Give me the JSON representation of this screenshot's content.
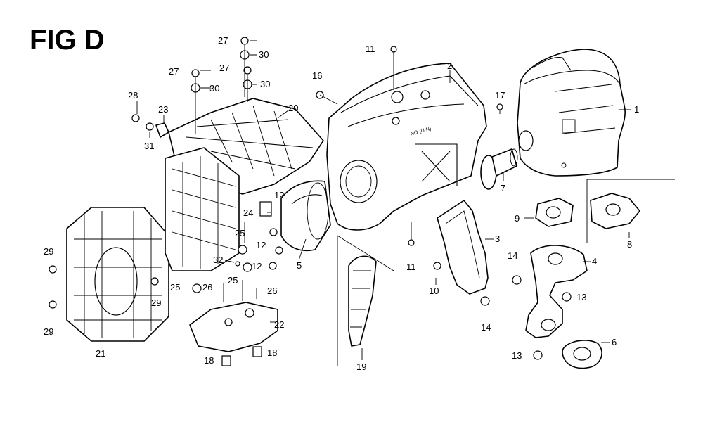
{
  "figure": {
    "title": "FIG D",
    "callouts": [
      {
        "id": "c1",
        "label": "1"
      },
      {
        "id": "c2",
        "label": "2"
      },
      {
        "id": "c3",
        "label": "3"
      },
      {
        "id": "c4",
        "label": "4"
      },
      {
        "id": "c5",
        "label": "5"
      },
      {
        "id": "c6",
        "label": "6"
      },
      {
        "id": "c7",
        "label": "7"
      },
      {
        "id": "c8",
        "label": "8"
      },
      {
        "id": "c9",
        "label": "9"
      },
      {
        "id": "c10",
        "label": "10"
      },
      {
        "id": "c11a",
        "label": "11"
      },
      {
        "id": "c11b",
        "label": "11"
      },
      {
        "id": "c12a",
        "label": "12"
      },
      {
        "id": "c12b",
        "label": "12"
      },
      {
        "id": "c12c",
        "label": "12"
      },
      {
        "id": "c13a",
        "label": "13"
      },
      {
        "id": "c13b",
        "label": "13"
      },
      {
        "id": "c14a",
        "label": "14"
      },
      {
        "id": "c14b",
        "label": "14"
      },
      {
        "id": "c16",
        "label": "16"
      },
      {
        "id": "c17",
        "label": "17"
      },
      {
        "id": "c18a",
        "label": "18"
      },
      {
        "id": "c18b",
        "label": "18"
      },
      {
        "id": "c19",
        "label": "19"
      },
      {
        "id": "c20",
        "label": "20"
      },
      {
        "id": "c21",
        "label": "21"
      },
      {
        "id": "c22",
        "label": "22"
      },
      {
        "id": "c23",
        "label": "23"
      },
      {
        "id": "c24",
        "label": "24"
      },
      {
        "id": "c25a",
        "label": "25"
      },
      {
        "id": "c25b",
        "label": "25"
      },
      {
        "id": "c25c",
        "label": "25"
      },
      {
        "id": "c26a",
        "label": "26"
      },
      {
        "id": "c26b",
        "label": "26"
      },
      {
        "id": "c27a",
        "label": "27"
      },
      {
        "id": "c27b",
        "label": "27"
      },
      {
        "id": "c27c",
        "label": "27"
      },
      {
        "id": "c28",
        "label": "28"
      },
      {
        "id": "c29a",
        "label": "29"
      },
      {
        "id": "c29b",
        "label": "29"
      },
      {
        "id": "c29c",
        "label": "29"
      },
      {
        "id": "c30a",
        "label": "30"
      },
      {
        "id": "c30b",
        "label": "30"
      },
      {
        "id": "c30c",
        "label": "30"
      },
      {
        "id": "c31",
        "label": "31"
      },
      {
        "id": "c32",
        "label": "32"
      }
    ]
  }
}
